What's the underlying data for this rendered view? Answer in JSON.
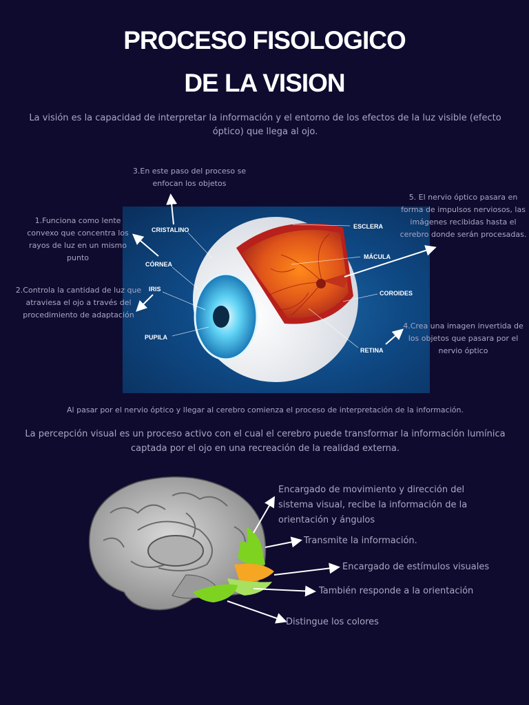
{
  "title": {
    "line1": "PROCESO FISOLOGICO",
    "line2": "DE LA VISION"
  },
  "intro": "La visión es la capacidad de interpretar la información y el entorno de los efectos de la luz visible (efecto óptico) que llega al ojo.",
  "eye_labels": {
    "cristalino": "CRISTALINO",
    "cornea": "CÓRNEA",
    "iris": "IRIS",
    "pupila": "PUPILA",
    "esclera": "ESCLERA",
    "macula": "MÁCULA",
    "coroides": "COROIDES",
    "retina": "RETINA"
  },
  "eye_notes": {
    "n1": "1.Funciona como lente convexo que concentra los rayos de luz en un mismo punto",
    "n2": "2.Controla la cantidad de luz que atraviesa el ojo a través del procedimiento de adaptación",
    "n3": "3.En este paso del proceso se enfocan los objetos",
    "n4": "4.Crea una imagen invertida de los objetos que pasara por el nervio óptico",
    "n5": "5. El nervio óptico pasara en forma de impulsos nerviosos, las imágenes recibidas hasta el cerebro donde serán procesadas."
  },
  "mid_text_1": "Al pasar por el nervio óptico y llegar al cerebro comienza el proceso de interpretación de la información.",
  "mid_text_2": "La percepción visual es un proceso activo con el cual el cerebro puede transformar la información lumínica captada por el ojo en una recreación de la realidad externa.",
  "brain_notes": {
    "b1": "Encargado de movimiento y dirección del sistema visual, recibe la información de la orientación y ángulos",
    "b2": "Transmite la información.",
    "b3": "Encargado de estímulos visuales",
    "b4": "También responde a la orientación",
    "b5": "Distingue los colores"
  },
  "colors": {
    "background": "#0f0b2f",
    "region_green": "#7ed321",
    "region_orange": "#f5a623",
    "region_lightgreen": "#a8e05f"
  }
}
